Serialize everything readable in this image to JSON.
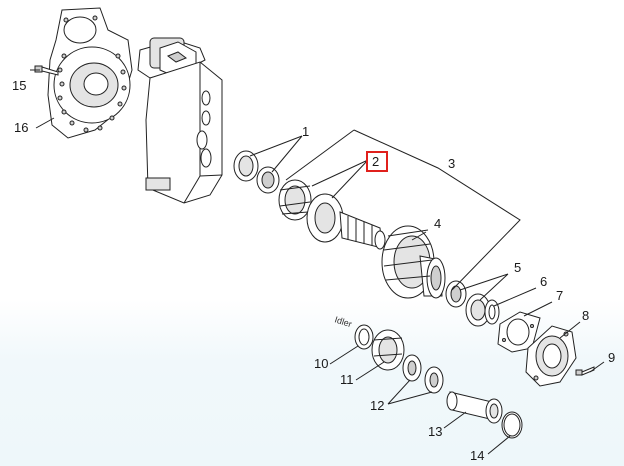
{
  "callouts": {
    "c1": "1",
    "c2": "2",
    "c3": "3",
    "c4": "4",
    "c5": "5",
    "c6": "6",
    "c7": "7",
    "c8": "8",
    "c9": "9",
    "c10": "10",
    "c11": "11",
    "c12": "12",
    "c13": "13",
    "c14": "14",
    "c15": "15",
    "c16": "16"
  },
  "idler_label": "Idler",
  "highlight": {
    "callout": "2",
    "color": "#e0201c"
  }
}
